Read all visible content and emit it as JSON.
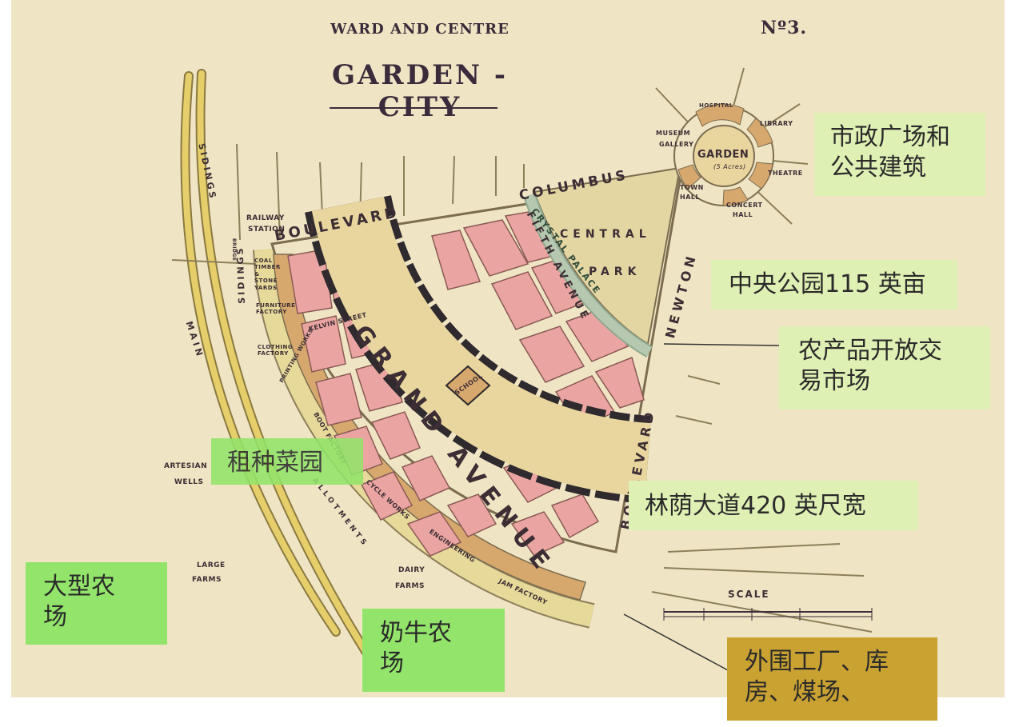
{
  "header": {
    "subtitle": "WARD AND CENTRE",
    "title": "GARDEN - CITY",
    "number": "Nº3."
  },
  "map": {
    "streets": {
      "columbus": "COLUMBUS",
      "boulevard_top": "BOULEVARD",
      "grand_avenue": "GRAND AVENUE",
      "fifth_avenue": "FIFTH AVENUE",
      "newton": "NEWTON",
      "boulevard_right": "BOULEVARD",
      "kelvin": "KELVIN STREET",
      "crystal_palace": "CRYSTAL PALACE"
    },
    "centre": {
      "garden": "GARDEN",
      "garden_sub": "(5 Acres)",
      "hospital": "HOSPITAL",
      "library": "LIBRARY",
      "museum": "MUSEUM",
      "gallery": "GALLERY",
      "theatre": "THEATRE",
      "town_hall_1": "TOWN",
      "town_hall_2": "HALL",
      "concert_1": "CONCERT",
      "concert_2": "HALL"
    },
    "park": {
      "line1": "CENTRAL",
      "line2": "PARK"
    },
    "school": "SCHOOL",
    "railway": {
      "station_1": "RAILWAY",
      "station_2": "STATION",
      "sidings_top": "SIDINGS",
      "sidings_mid": "SIDINGS",
      "main": "MAIN",
      "bridge": "BRIDGE"
    },
    "industry": {
      "coal": "COAL TIMBER & STONE YARDS",
      "furniture": "FURNITURE FACTORY",
      "clothing": "CLOTHING FACTORY",
      "printing": "PRINTING WORKS",
      "boot": "BOOT FACTORY",
      "cycle": "CYCLE WORKS",
      "engineering": "ENGINEERING",
      "jam": "JAM FACTORY"
    },
    "rural": {
      "artesian_1": "ARTESIAN",
      "artesian_2": "WELLS",
      "large_1": "LARGE",
      "large_2": "FARMS",
      "dairy_1": "DAIRY",
      "dairy_2": "FARMS",
      "allotments": "ALLOTMENTS"
    },
    "scale": "SCALE"
  },
  "annotations": [
    {
      "id": "civic",
      "text": "市政广场和\n公共建筑"
    },
    {
      "id": "park",
      "text": "中央公园115 英亩"
    },
    {
      "id": "market",
      "text": "农产品开放交\n易市场"
    },
    {
      "id": "allotments",
      "text": "租种菜园"
    },
    {
      "id": "avenue",
      "text": "林荫大道420 英尺宽"
    },
    {
      "id": "farms",
      "text": "大型农\n场"
    },
    {
      "id": "dairy",
      "text": "奶牛农\n场"
    },
    {
      "id": "factories",
      "text": "外围工厂、库\n房、煤场、"
    }
  ],
  "colors": {
    "paper": "#efe4c4",
    "blocks": "#eaa5a2",
    "avenue": "#e9d59e",
    "park": "#e3d6a3",
    "industry": "#d7a86e",
    "rail": "#e6cf6a",
    "label_green": "#92e46a",
    "label_gold": "#c9a232"
  }
}
